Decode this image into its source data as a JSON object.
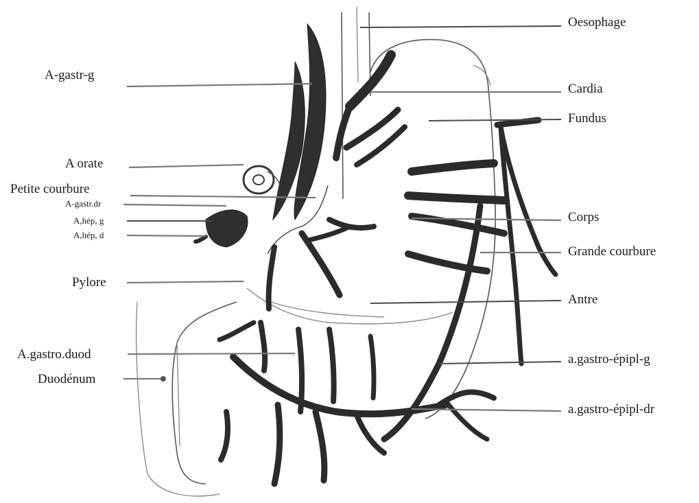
{
  "labels_left": {
    "a_gastr_g": "A-gastr-g",
    "a_orate": "A orate",
    "petite_courbure": "Petite courbure",
    "a_gastr_dr": "A-gastr.dr",
    "a_hep_g": "A,hép, g",
    "a_hep_d": "A,hép, d",
    "pylore": "Pylore",
    "a_gastro_duod": "A.gastro.duod",
    "duodenum": "Duodénum"
  },
  "labels_right": {
    "oesophage": "Oesophage",
    "cardia": "Cardia",
    "fundus": "Fundus",
    "corps": "Corps",
    "grande_courbure": "Grande courbure",
    "antre": "Antre",
    "a_gastro_epipl_g": "a.gastro-épipl-g",
    "a_gastro_epipl_dr": "a.gastro-épipl-dr"
  }
}
